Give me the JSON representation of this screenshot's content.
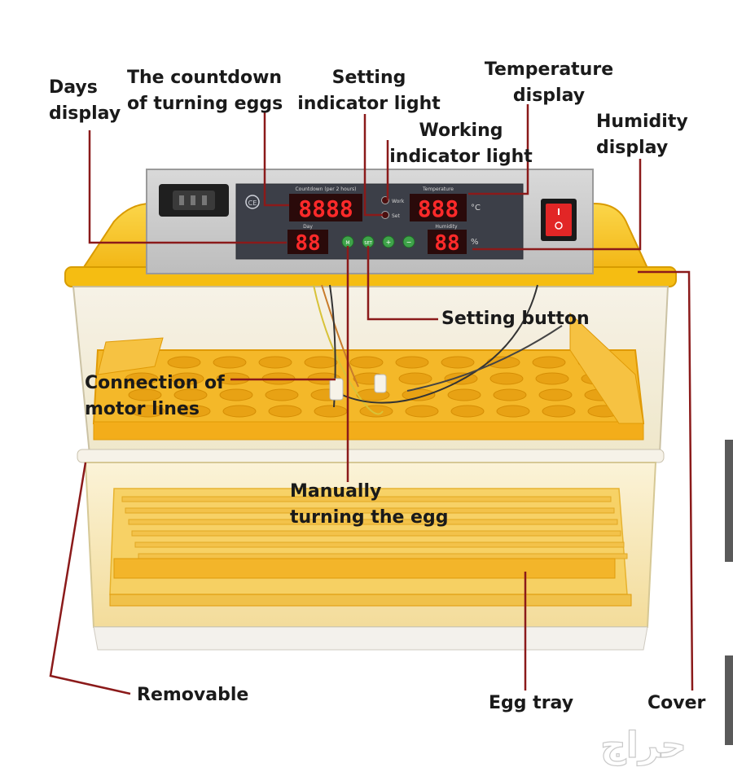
{
  "labels": {
    "days_display": [
      "Days",
      "display"
    ],
    "countdown": [
      "The countdown",
      "of turning eggs"
    ],
    "setting_light": [
      "Setting",
      "indicator light"
    ],
    "temperature_display": [
      "Temperature",
      "display"
    ],
    "working_light": [
      "Working",
      "indicator light"
    ],
    "humidity_display": [
      "Humidity",
      "display"
    ],
    "setting_button": "Setting button",
    "motor_lines": [
      "Connection of",
      "motor lines"
    ],
    "manual_turning": [
      "Manually",
      "turning the egg"
    ],
    "removable": "Removable",
    "egg_tray": "Egg tray",
    "cover": "Cover"
  },
  "panel": {
    "countdown_caption": "Countdown (per 2 hours)",
    "countdown_digits": "8888",
    "day_caption": "Day",
    "day_digits": "88",
    "temperature_caption": "Temperature",
    "temperature_digits": "888",
    "temperature_unit": "°C",
    "humidity_caption": "Humidity",
    "humidity_digits": "88",
    "humidity_unit": "%",
    "work_led": "Work",
    "set_led": "Set",
    "ce_mark": "CE",
    "buttons": [
      "M",
      "SET",
      "+",
      "−"
    ]
  },
  "watermark": "حراج",
  "colors": {
    "body_yellow": "#f7c21a",
    "leader_line": "#8b1a1a",
    "led_red": "#ff2a2a",
    "panel_gray": "#3c3f48"
  }
}
